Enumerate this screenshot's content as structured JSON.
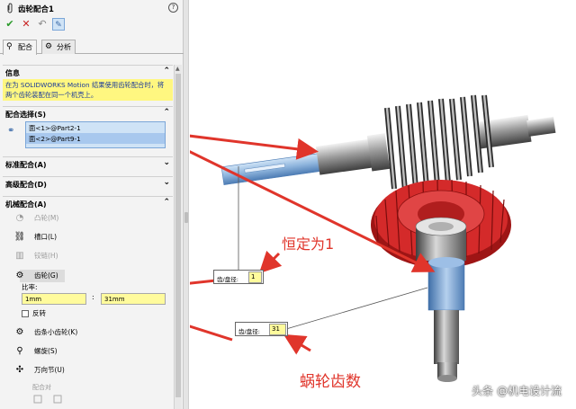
{
  "panel": {
    "title": "齿轮配合1",
    "help": "?",
    "tabs": [
      "配合",
      "分析"
    ],
    "info": {
      "header": "信息",
      "text": "在为 SOLIDWORKS Motion 结果使用齿轮配合时，将两个齿轮装配在同一个机壳上。"
    },
    "selections": {
      "header": "配合选择(S)",
      "items": [
        "面<1>@Part2-1",
        "面<2>@Part9-1"
      ]
    },
    "standard": "标准配合(A)",
    "advanced": "高级配合(D)",
    "mechanical": {
      "header": "机械配合(A)",
      "items": [
        "凸轮(M)",
        "槽口(L)",
        "铰链(H)",
        "齿轮(G)"
      ],
      "ratio_label": "比率:",
      "ratio_left": "1mm",
      "ratio_right": "31mm",
      "ratio_sep": ":",
      "reverse": "反转",
      "items2": [
        "齿条小齿轮(K)",
        "螺旋(S)",
        "万向节(U)"
      ],
      "footer": "配合对"
    }
  },
  "viewport": {
    "label1": {
      "key": "齿/盘径:",
      "value": "1"
    },
    "label2": {
      "key": "齿/盘径:",
      "value": "31"
    },
    "annotation1": "恒定为1",
    "annotation2": "蜗轮齿数",
    "watermark": "头条 @机电设计流"
  },
  "colors": {
    "accent": "#e0352b",
    "selection": "#cfe3f6",
    "field": "#fffb9c",
    "info": "#fff780"
  }
}
